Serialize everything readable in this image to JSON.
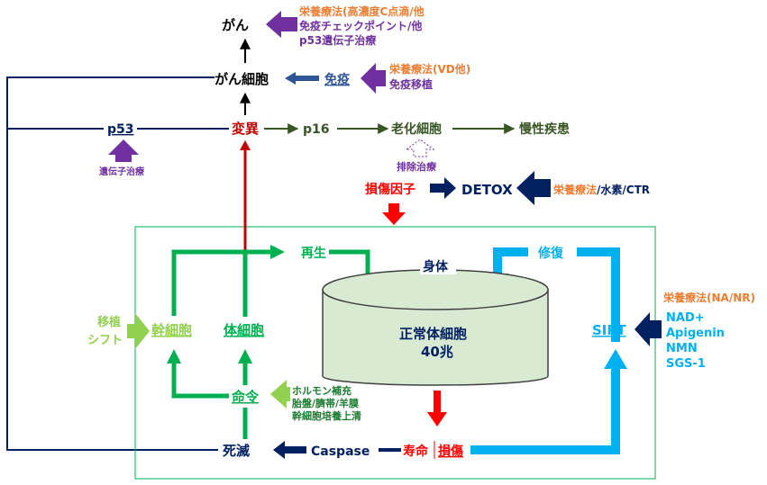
{
  "top": {
    "gan": "がん",
    "gan_saibou": "がん細胞",
    "meneki": "免疫",
    "therapy_top_1": "栄養療法(高濃度C点滴/他",
    "therapy_top_2": "免疫チェックポイント/他",
    "therapy_top_3": "p53遺伝子治療",
    "therapy_imm_1": "栄養療法(VD他)",
    "therapy_imm_2": "免疫移植"
  },
  "row": {
    "p53": "p53",
    "idenshi": "遺伝子治療",
    "heni": "変異",
    "p16": "p16",
    "rouka": "老化細胞",
    "haijo": "排除治療",
    "mansei": "慢性疾患"
  },
  "detox": {
    "songai": "損傷因子",
    "detox": "DETOX",
    "therapy_label": "栄養療法",
    "therapy_rest": "/水素/CTR"
  },
  "box": {
    "saisei": "再生",
    "shufuku": "修復",
    "shintai": "身体",
    "seijou_1": "正常体細胞",
    "seijou_2": "40兆",
    "kan": "幹細胞",
    "tai": "体細胞",
    "meirei": "命令",
    "ishoku_1": "移植",
    "ishoku_2": "シフト",
    "hormone_1": "ホルモン補充",
    "hormone_2": "胎盤/臍帯/羊膜",
    "hormone_3": "幹細胞培養上清",
    "shimetsu": "死滅",
    "caspase": "Caspase",
    "jumyou": "寿命",
    "songai2": "損傷",
    "sirt": "SIRT"
  },
  "sirt_side": {
    "therapy": "栄養療法(NA/NR)",
    "items": [
      "NAD+",
      "Apigenin",
      "NMN",
      "SGS-1"
    ]
  },
  "colors": {
    "green": "#00b050",
    "light_green": "#92d050",
    "cyan": "#00b0f0",
    "navy": "#002060",
    "purple": "#7030a0",
    "orange": "#ed7d31",
    "red": "#ff0000",
    "dark_red": "#c00000",
    "olive": "#375623",
    "steel_blue": "#2e5597",
    "cylinder_fill": "#d9ead3"
  }
}
